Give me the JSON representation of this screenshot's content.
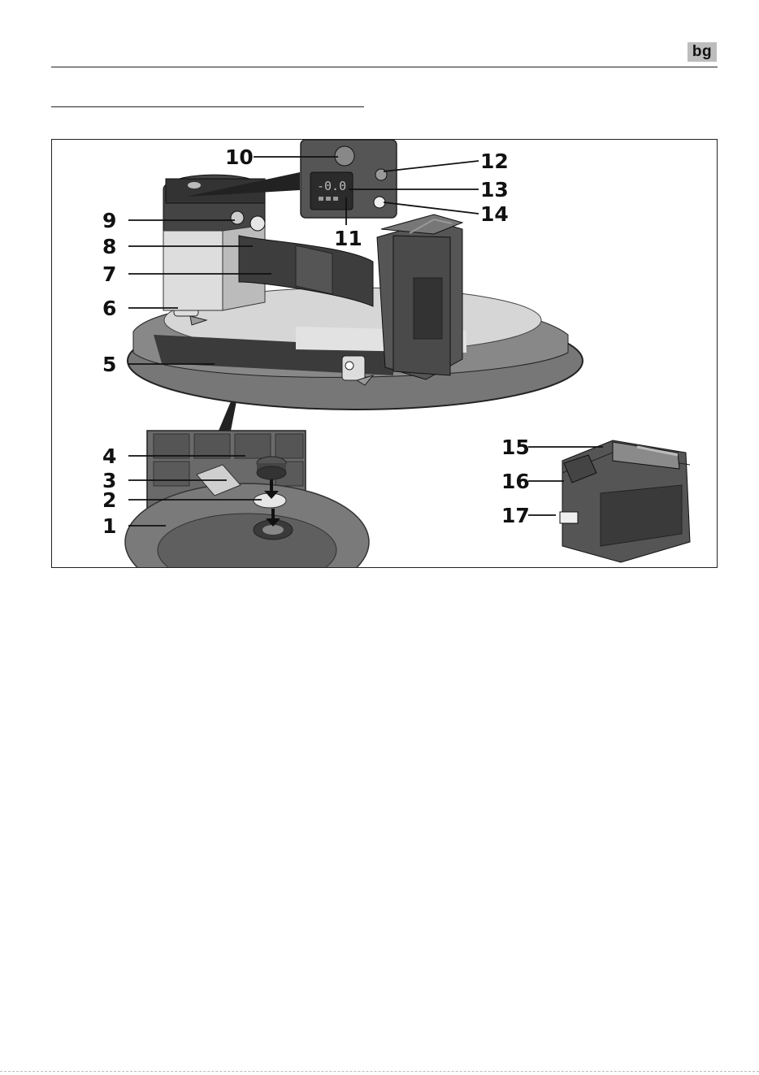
{
  "header": {
    "language_badge": "bg"
  },
  "figure": {
    "callouts": [
      "1",
      "2",
      "3",
      "4",
      "5",
      "6",
      "7",
      "8",
      "9",
      "10",
      "11",
      "12",
      "13",
      "14",
      "15",
      "16",
      "17"
    ]
  }
}
